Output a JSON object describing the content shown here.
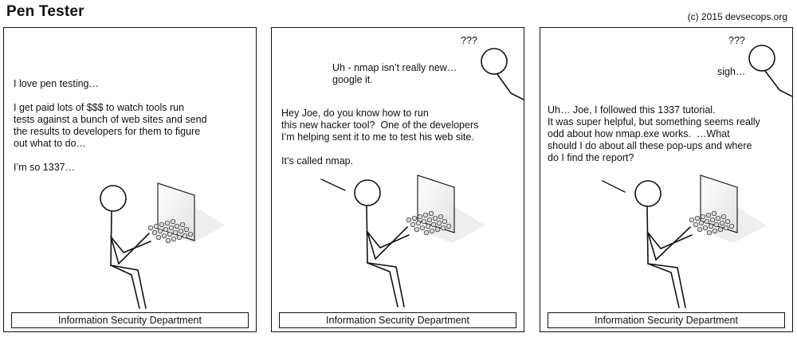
{
  "comic": {
    "title": "Pen Tester",
    "copyright": "(c) 2015 devsecops.org"
  },
  "panels": [
    {
      "caption": "Information Security Department",
      "pen_tester_text": "I love pen testing…\n\nI get paid lots of $$$ to watch tools run\ntests against a bunch of web sites and send\nthe results to developers for them to figure\nout what to do…\n\nI’m so 1337…"
    },
    {
      "caption": "Information Security Department",
      "question_marks": "???",
      "colleague_reply": "Uh - nmap isn’t really new…\ngoogle it.",
      "pen_tester_text": "Hey Joe, do you know how to run\nthis new hacker tool?  One of the developers\nI’m helping sent it to me to test his web site.\n\nIt’s called nmap."
    },
    {
      "caption": "Information Security Department",
      "question_marks": "???",
      "colleague_reply": "sigh…",
      "pen_tester_text": "Uh… Joe, I followed this 1337 tutorial.\nIt was super helpful, but something seems really\nodd about how nmap.exe works.  …What\nshould I do about all these pop-ups and where\ndo I find the report?"
    }
  ]
}
